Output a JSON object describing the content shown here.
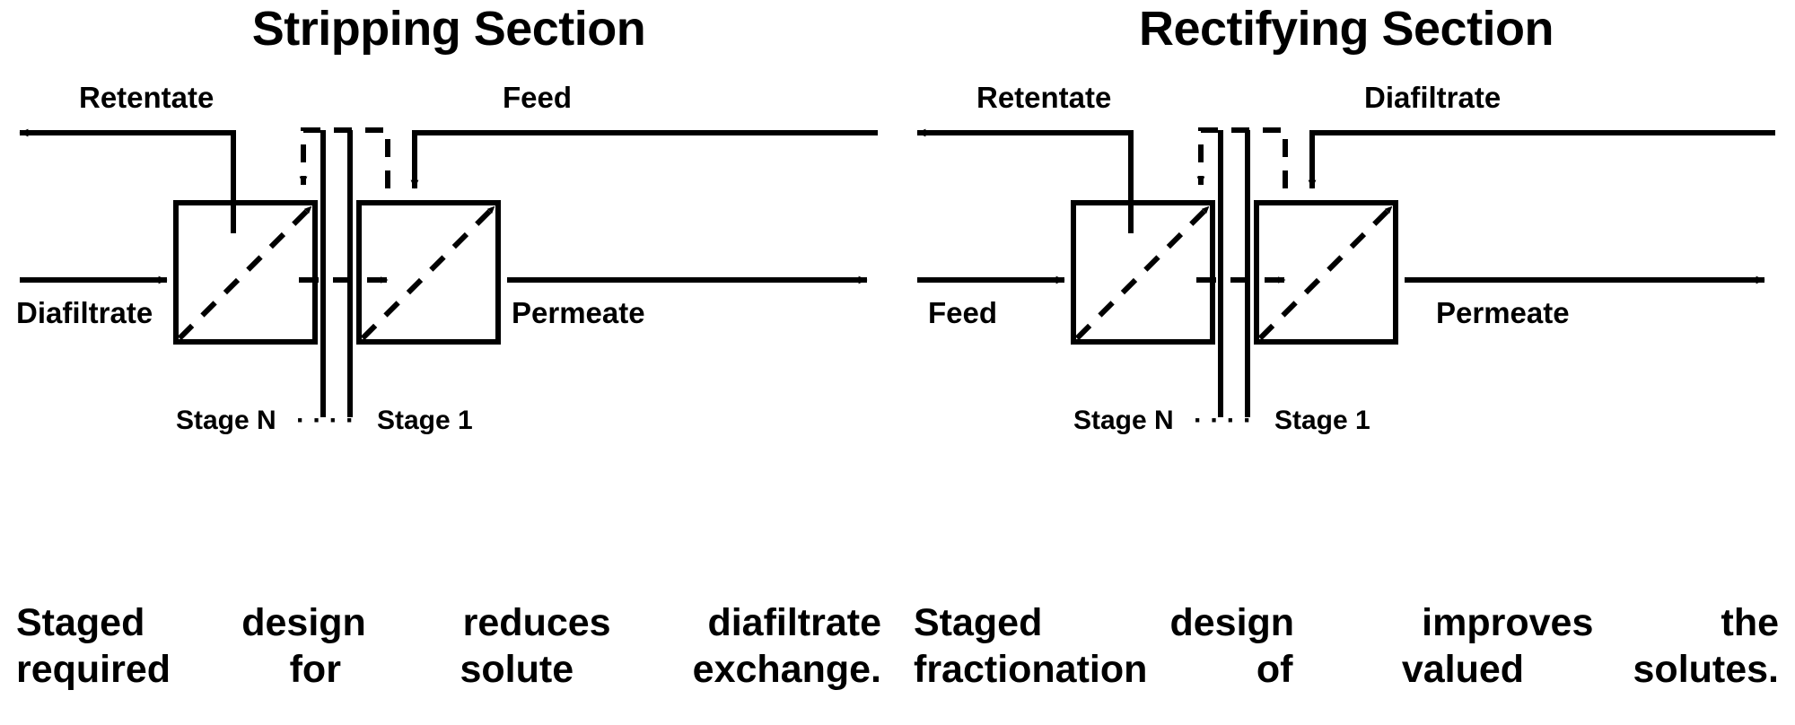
{
  "figure": {
    "background": "#ffffff",
    "ink": "#000000",
    "type": "process-flow-diagram",
    "description": "Two side-by-side staged membrane cascade schematics"
  },
  "panels": [
    {
      "id": "stripping",
      "title": "Stripping Section",
      "streams": {
        "top_left": "Retentate",
        "top_right": "Feed",
        "bottom_left": "Diafiltrate",
        "bottom_right": "Permeate"
      },
      "stage_label_left": "Stage N",
      "stage_dots": "· · · ·",
      "stage_label_right": "Stage 1",
      "caption_line1": "Staged design reduces diafiltrate",
      "caption_line2": "required for solute exchange."
    },
    {
      "id": "rectifying",
      "title": "Rectifying Section",
      "streams": {
        "top_left": "Retentate",
        "top_right": "Diafiltrate",
        "bottom_left": "Feed",
        "bottom_right": "Permeate"
      },
      "stage_label_left": "Stage N",
      "stage_dots": "· · · ·",
      "stage_label_right": "Stage 1",
      "caption_line1": "Staged design improves the",
      "caption_line2": "fractionation of valued solutes."
    }
  ]
}
